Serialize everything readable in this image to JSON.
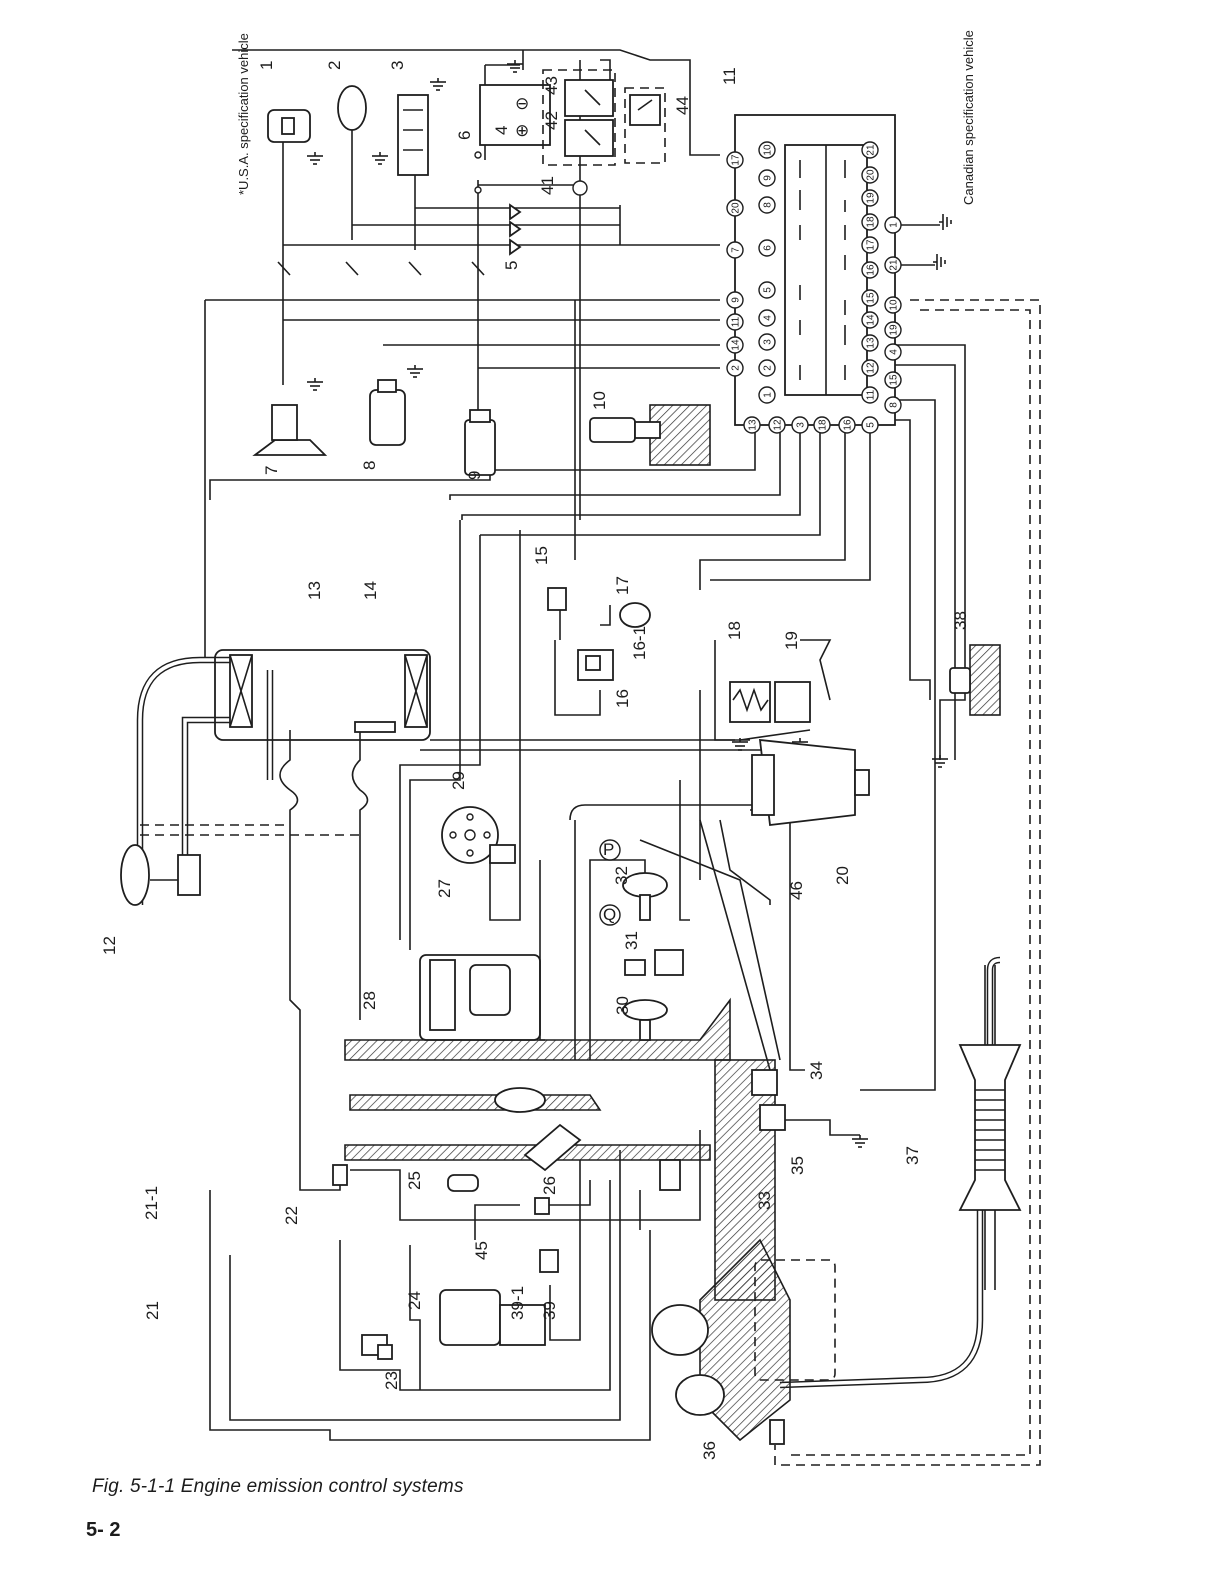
{
  "caption": "Fig. 5-1-1  Engine emission control systems",
  "page_number": "5- 2",
  "notes": {
    "usa": "*U.S.A. specification vehicle",
    "canada": "Canadian specification vehicle"
  },
  "callouts": [
    "1",
    "2",
    "3",
    "4",
    "5",
    "6",
    "7",
    "8",
    "9",
    "10",
    "11",
    "12",
    "13",
    "14",
    "15",
    "16",
    "16-1",
    "17",
    "18",
    "19",
    "20",
    "21",
    "21-1",
    "22",
    "23",
    "24",
    "25",
    "26",
    "27",
    "28",
    "29",
    "30",
    "31",
    "32",
    "33",
    "34",
    "35",
    "36",
    "37",
    "38",
    "39",
    "39-1",
    "41",
    "42",
    "43",
    "44",
    "45",
    "46"
  ],
  "connector_pins": {
    "top": [
      "17",
      "20",
      "7",
      "9",
      "11",
      "14",
      "2"
    ],
    "left": [
      "13",
      "12",
      "3",
      "18",
      "16",
      "5",
      "8"
    ],
    "bottom": [
      "1",
      "21",
      "10",
      "19",
      "4",
      "15"
    ],
    "grid_row_upper": [
      "10",
      "9",
      "8",
      "6",
      "5",
      "4",
      "3",
      "2",
      "1"
    ],
    "grid_row_lower": [
      "21",
      "20",
      "19",
      "18",
      "17",
      "16",
      "15",
      "14",
      "13",
      "12",
      "11"
    ]
  },
  "symbols": {
    "pressure_port": "P",
    "vacuum_port": "Q",
    "battery_negative": "⊖",
    "battery_positive": "⊕"
  },
  "icons": [
    "ground-icon",
    "diode-icon",
    "relay-switch-icon",
    "switch-icon"
  ]
}
